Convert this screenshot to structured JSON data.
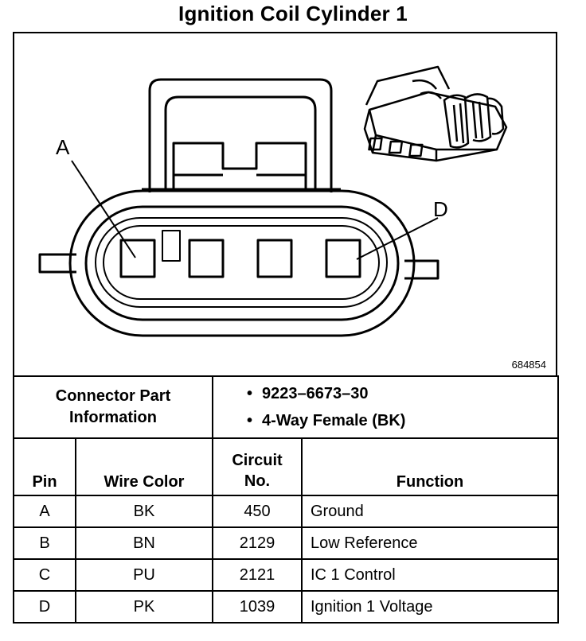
{
  "title": "Ignition Coil Cylinder 1",
  "diagram": {
    "reference_number": "684854",
    "pin_labels": [
      "A",
      "D"
    ]
  },
  "connector_info": {
    "label": "Connector Part Information",
    "items": [
      "9223–6673–30",
      "4-Way Female (BK)"
    ]
  },
  "table": {
    "headers": {
      "pin": "Pin",
      "wire_color": "Wire Color",
      "circuit_line1": "Circuit",
      "circuit_line2": "No.",
      "function": "Function"
    },
    "rows": [
      {
        "pin": "A",
        "wire_color": "BK",
        "circuit": "450",
        "function": "Ground"
      },
      {
        "pin": "B",
        "wire_color": "BN",
        "circuit": "2129",
        "function": "Low Reference"
      },
      {
        "pin": "C",
        "wire_color": "PU",
        "circuit": "2121",
        "function": "IC 1 Control"
      },
      {
        "pin": "D",
        "wire_color": "PK",
        "circuit": "1039",
        "function": "Ignition 1 Voltage"
      }
    ]
  }
}
